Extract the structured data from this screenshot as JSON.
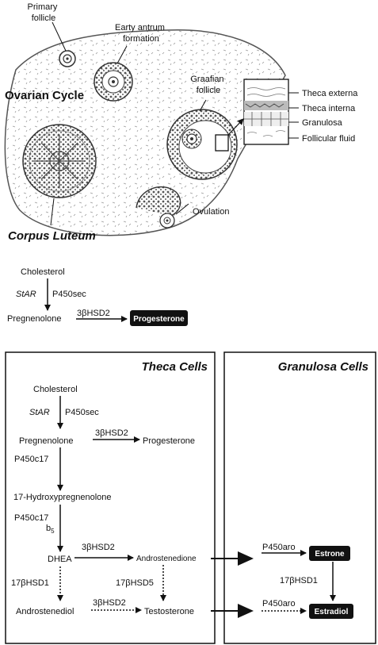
{
  "ovary": {
    "title": "Ovarian Cycle",
    "stages": {
      "primary": "Primary\nfollicle",
      "antrum": "Earty antrum\nformation",
      "graafian": "Graafian\nfollicle",
      "ovulation": "Ovulation",
      "corpus": "Corpus Luteum"
    },
    "inset_layers": [
      "Theca externa",
      "Theca interna",
      "Granulosa",
      "Follicular fluid"
    ]
  },
  "pathway_top": {
    "cholesterol": "Cholesterol",
    "star": "StAR",
    "p450sec": "P450sec",
    "pregnenolone": "Pregnenolone",
    "hsd": "3βHSD2",
    "progesterone": "Progesterone"
  },
  "theca": {
    "header": "Theca Cells",
    "cholesterol": "Cholesterol",
    "star": "StAR",
    "p450sec": "P450sec",
    "pregnenolone": "Pregnenolone",
    "hsd_preg": "3βHSD2",
    "progesterone": "Progesterone",
    "p450c17_a": "P450c17",
    "hydroxy": "17-Hydroxypregnenolone",
    "p450c17_b": "P450c17",
    "b5": "b",
    "b5_sub": "5",
    "dhea": "DHEA",
    "hsd_dhea": "3βHSD2",
    "androstenedione": "Androstenedione",
    "hsd17_1": "17βHSD1",
    "hsd17_5": "17βHSD5",
    "androstenediol": "Androstenediol",
    "hsd_adiol": "3βHSD2",
    "testosterone": "Testosterone"
  },
  "granulosa": {
    "header": "Granulosa Cells",
    "p450aro_a": "P450aro",
    "estrone": "Estrone",
    "hsd17": "17βHSD1",
    "p450aro_b": "P450aro",
    "estradiol": "Estradiol"
  }
}
